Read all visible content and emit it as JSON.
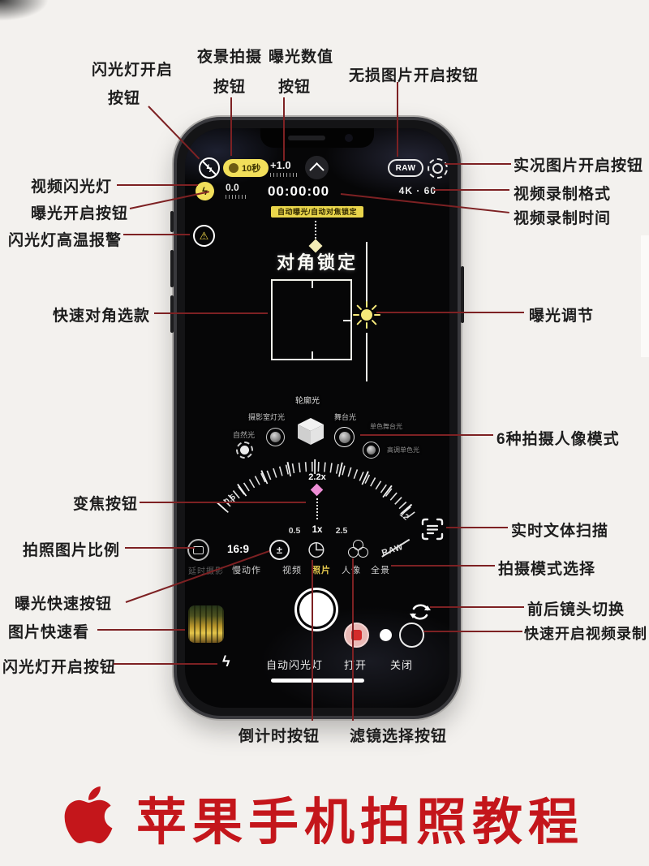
{
  "colors": {
    "accent_yellow": "#f2df5a",
    "badge_yellow": "#e9d54b",
    "selected_yellow": "#e7c94e",
    "connector_line": "#7d2123",
    "title_red": "#c4161b",
    "marker_pink": "#ee8ed6",
    "record_red": "#d42b2b"
  },
  "icons": {
    "flash_bolt": "ϟ",
    "warning": "⚠",
    "timer_clock": "◷"
  },
  "callouts": {
    "flash_top_l1": "闪光灯开启",
    "flash_top_l2": "按钮",
    "night_l1": "夜景拍摄",
    "night_l2": "按钮",
    "ev_l1": "曝光数值",
    "ev_l2": "按钮",
    "lossless": "无损图片开启按钮",
    "live_photo": "实况图片开启按钮",
    "video_format": "视频录制格式",
    "video_time": "视频录制时间",
    "video_flash": "视频闪光灯",
    "exposure_on": "曝光开启按钮",
    "flash_temp": "闪光灯高温报警",
    "focus_box": "快速对角选款",
    "exposure_adjust": "曝光调节",
    "portrait_modes": "6种拍摄人像模式",
    "live_text": "实时文体扫描",
    "mode_select": "拍摄模式选择",
    "camera_flip": "前后镜头切换",
    "quick_video": "快速开启视频录制",
    "zoom_btn": "变焦按钮",
    "aspect_ratio": "拍照图片比例",
    "exposure_quick": "曝光快速按钮",
    "photo_preview": "图片快速看",
    "flash_bottom": "闪光灯开启按钮",
    "timer_btn": "倒计时按钮",
    "filter_btn": "滤镜选择按钮"
  },
  "phone": {
    "status": {
      "night_duration": "10秒",
      "ev_value": "+1.0",
      "raw": "RAW",
      "flash_ev": "0.0",
      "record_time": "00:00:00",
      "video_format": "4K · 60"
    },
    "ae_af_badge": "自动曝光/自动对焦锁定",
    "focus_lock": "对角锁定",
    "portrait": {
      "contour": "轮廓光",
      "studio": "摄影室灯光",
      "stage": "舞台光",
      "natural": "自然光",
      "stage_mono": "单色舞台光",
      "highkey_mono": "高调单色光"
    },
    "zoom": {
      "current": "2.2x",
      "dial_min": "0.5",
      "dial_max": "12",
      "presets": [
        "0.5",
        "1x",
        "2.5"
      ]
    },
    "strip": {
      "aspect": "16:9",
      "raw_off": "RAW"
    },
    "modes": [
      "延时摄影",
      "慢动作",
      "视频",
      "照片",
      "人像",
      "全景"
    ],
    "flash_bar": {
      "auto": "自动闪光灯",
      "on": "打开",
      "off": "关闭"
    }
  },
  "footer": {
    "title": "苹果手机拍照教程"
  }
}
